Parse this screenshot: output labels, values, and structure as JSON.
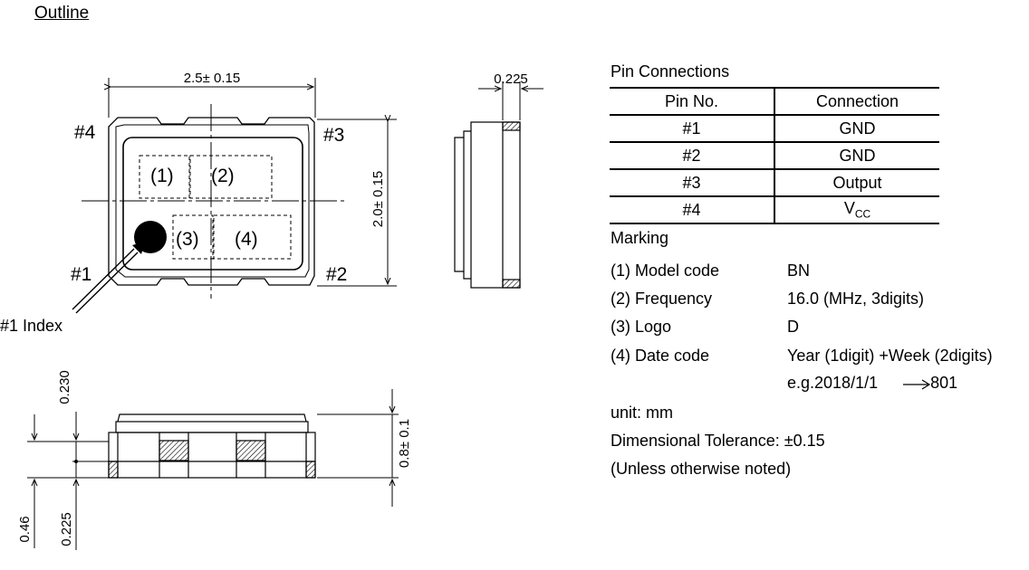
{
  "title": "Outline",
  "top_view": {
    "width_dim": "2.5± 0.15",
    "height_dim": "2.0± 0.15",
    "pins": {
      "p1": "#1",
      "p2": "#2",
      "p3": "#3",
      "p4": "#4"
    },
    "marks": {
      "m1": "(1)",
      "m2": "(2)",
      "m3": "(3)",
      "m4": "(4)"
    },
    "index_label": "#1 Index"
  },
  "side_view": {
    "thickness_dim": "0.225"
  },
  "front_view": {
    "dim_0230": "0.230",
    "dim_046": "0.46",
    "dim_0225": "0.225",
    "height_dim": "0.8± 0.1"
  },
  "pin_connections": {
    "title": "Pin Connections",
    "headers": [
      "Pin No.",
      "Connection"
    ],
    "rows": [
      {
        "pin": "#1",
        "connection": "GND"
      },
      {
        "pin": "#2",
        "connection": "GND"
      },
      {
        "pin": "#3",
        "connection": "Output"
      },
      {
        "pin": "#4",
        "connection": "V",
        "sub": "CC"
      }
    ]
  },
  "marking": {
    "title": "Marking",
    "items": [
      {
        "label": "(1) Model code",
        "value": "BN"
      },
      {
        "label": "(2) Frequency",
        "value": "16.0 (MHz, 3digits)"
      },
      {
        "label": "(3) Logo",
        "value": "D"
      },
      {
        "label": "(4) Date code",
        "value": "Year (1digit) +Week (2digits)"
      }
    ],
    "example_prefix": "e.g.2018/1/1",
    "example_result": "801"
  },
  "notes": {
    "unit": "unit: mm",
    "tolerance": "Dimensional Tolerance: ±0.15",
    "unless": "(Unless otherwise noted)"
  }
}
